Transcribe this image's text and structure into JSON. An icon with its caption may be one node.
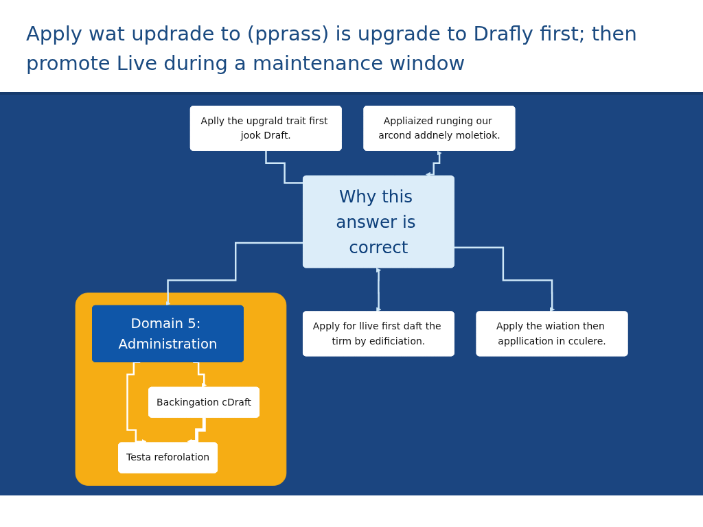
{
  "diagram": {
    "title": "Apply wat updrade to (pprass) is upgrade to Drafly first; then promote Live during a maintenance window",
    "nodes": [
      {
        "text": [
          "Aplly the upgrald trait first jook Draft."
        ]
      },
      {
        "text": [
          "Appliaized runging our arcond addnely moletiok."
        ]
      },
      {
        "text": [
          "Why this answer is correct"
        ]
      },
      {
        "text": [
          "Apply for llive first daft the tirm by edificiation."
        ]
      },
      {
        "text": [],
        "shape": "box"
      },
      {
        "text": [
          "Domain 5: Administration"
        ],
        "in": 4
      },
      {
        "text": [
          "Apply the wiation then appllication in cculere."
        ]
      },
      {
        "text": [
          "Backingation cDraft"
        ],
        "in": 4
      },
      {
        "text": [
          "Testa reforolation"
        ],
        "in": 4
      }
    ],
    "edges": [
      {
        "from": 0,
        "to": 2,
        "arrow": "none"
      },
      {
        "from": 1,
        "to": 2,
        "arrow": "both"
      },
      {
        "from": 2,
        "to": 3,
        "arrow": "both"
      },
      {
        "from": 2,
        "to": 6,
        "arrow": "to"
      },
      {
        "from": 2,
        "to": 5,
        "arrow": "to"
      },
      {
        "from": 5,
        "to": 7,
        "arrow": "to",
        "color": "#ffffff"
      },
      {
        "from": 5,
        "to": 8,
        "arrow": "to",
        "color": "#ffffff"
      },
      {
        "from": 7,
        "to": 8,
        "arrow": "to",
        "style": "thick",
        "color": "#ffffff"
      }
    ]
  }
}
